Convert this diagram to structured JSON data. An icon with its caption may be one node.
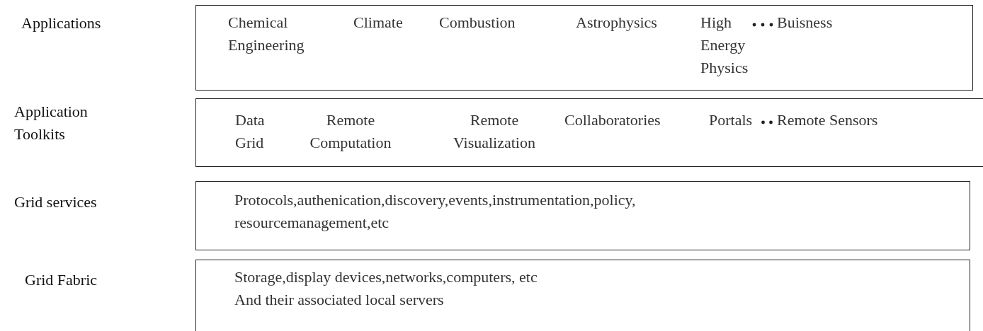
{
  "diagram": {
    "nodes": [
      {
        "text": [
          "Chemical Engineering",
          "Climate",
          "Combustion",
          "Astrophysics",
          "High Energy Physics",
          "Buisness"
        ]
      },
      {
        "text": [
          "Data Grid",
          "Remote Computation",
          "Remote Visualization",
          "Collaboratories",
          "Portals",
          "Remote Sensors"
        ]
      },
      {
        "text": [
          "Protocols,authenication,discovery,events,instrumentation,policy, resourcemanagement,etc"
        ]
      },
      {
        "text": [
          "Storage,display devices,networks,computers, etc And their associated local servers"
        ]
      }
    ],
    "labels": [
      "Applications",
      "Application Toolkits",
      "Grid services",
      "Grid Fabric"
    ]
  }
}
